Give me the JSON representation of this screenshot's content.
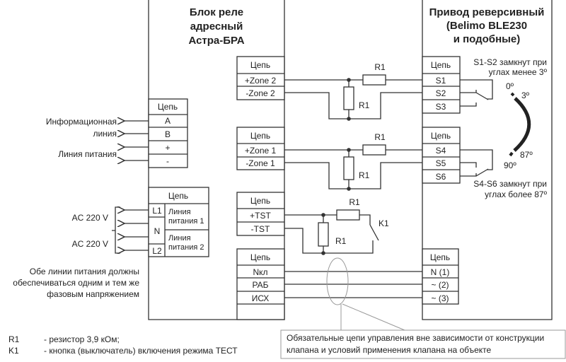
{
  "relay_block": {
    "title": [
      "Блок реле",
      "адресный",
      "Астра-БРА"
    ],
    "info_table": {
      "header": "Цепь",
      "rows": [
        "A",
        "B",
        "+",
        "-"
      ]
    },
    "power_table": {
      "header": "Цепь",
      "terminals": [
        "L1",
        "N",
        "L2"
      ],
      "lines": [
        [
          "Линия",
          "питания 1"
        ],
        [
          "Линия",
          "питания 2"
        ]
      ]
    },
    "zone2_table": {
      "header": "Цепь",
      "rows": [
        "+Zone 2",
        "-Zone 2"
      ]
    },
    "zone1_table": {
      "header": "Цепь",
      "rows": [
        "+Zone 1",
        "-Zone 1"
      ]
    },
    "tst_table": {
      "header": "Цепь",
      "rows": [
        "+TST",
        "-TST"
      ]
    },
    "control_table": {
      "header": "Цепь",
      "rows": [
        "Nкл",
        "РАБ",
        "ИСХ"
      ]
    }
  },
  "left_labels": {
    "info_line": [
      "Информационная",
      "линия"
    ],
    "power_line": "Линия питания",
    "ac1": "AC 220 V",
    "ac2": "AC 220 V",
    "note": [
      "Обе линии питания должны",
      "обеспечиваться одним и тем же",
      "фазовым напряжением"
    ]
  },
  "components": {
    "resistor": "R1",
    "switch": "K1"
  },
  "actuator": {
    "title": [
      "Привод реверсивный",
      "(Belimo BLE230",
      "и подобные)"
    ],
    "s123_table": {
      "header": "Цепь",
      "rows": [
        "S1",
        "S2",
        "S3"
      ]
    },
    "s456_table": {
      "header": "Цепь",
      "rows": [
        "S4",
        "S5",
        "S6"
      ]
    },
    "s12_note": [
      "S1-S2 замкнут при",
      "углах менее 3º"
    ],
    "s46_note": [
      "S4-S6 замкнут при",
      "углах более 87º"
    ],
    "angles": [
      "0º",
      "3º",
      "87º",
      "90º"
    ],
    "control_table": {
      "header": "Цепь",
      "rows": [
        "N  (1)",
        "~ (2)",
        "~ (3)"
      ]
    }
  },
  "callout": [
    "Обязательные цепи управления вне зависимости от конструкции",
    "клапана и условий применения клапана на объекте"
  ],
  "legend": [
    {
      "key": "R1",
      "desc": "- резистор 3,9 кОм;"
    },
    {
      "key": "K1",
      "desc": "- кнопка (выключатель) включения режима ТЕСТ"
    }
  ]
}
